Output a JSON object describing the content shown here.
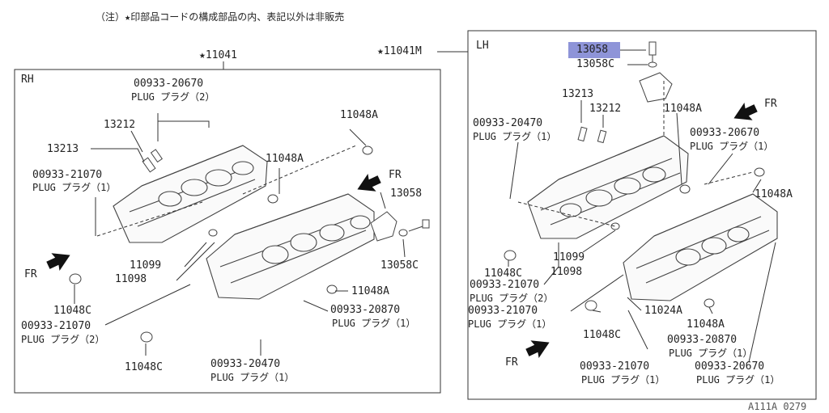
{
  "note": "（注）★印部品コードの構成部品の内、表記以外は非販売",
  "figure_id": "A111A 0279",
  "colors": {
    "highlight": "#8e94d8",
    "line": "#333333"
  },
  "rh": {
    "assembly": "★11041",
    "side": "RH",
    "fr1": "FR",
    "fr2": "FR",
    "parts": {
      "p00933_20670": "00933-20670",
      "plug_20670": "PLUG プラグ（2）",
      "p13212": "13212",
      "p13213": "13213",
      "p00933_21070a": "00933-21070",
      "plug_21070a": "PLUG プラグ（1）",
      "p11048A_top": "11048A",
      "p11048A_mid": "11048A",
      "p13058": "13058",
      "p13058C": "13058C",
      "p11099": "11099",
      "p11098": "11098",
      "p11048C_a": "11048C",
      "p00933_21070b": "00933-21070",
      "plug_21070b": "PLUG プラグ（2）",
      "p11048A_low": "11048A",
      "p00933_20870": "00933-20870",
      "plug_20870": "PLUG プラグ（1）",
      "p11048C_b": "11048C",
      "p00933_20470": "00933-20470",
      "plug_20470": "PLUG プラグ（1）"
    }
  },
  "lh": {
    "assembly": "★11041M",
    "side": "LH",
    "fr1": "FR",
    "fr2": "FR",
    "parts": {
      "p13058": "13058",
      "p13058C": "13058C",
      "p13213": "13213",
      "p13212": "13212",
      "p11048A_top": "11048A",
      "p00933_20470": "00933-20470",
      "plug_20470": "PLUG プラグ（1）",
      "p00933_20670a": "00933-20670",
      "plug_20670a": "PLUG プラグ（1）",
      "p11048A_right": "11048A",
      "p11048C_a": "11048C",
      "p11099": "11099",
      "p11098": "11098",
      "p00933_21070a": "00933-21070",
      "plug_21070a": "PLUG プラグ（2）",
      "p00933_21070b": "00933-21070",
      "plug_21070b": "PLUG プラグ（1）",
      "p11024A": "11024A",
      "p11048C_b": "11048C",
      "p11048A_low": "11048A",
      "p00933_20870": "00933-20870",
      "plug_20870": "PLUG プラグ（1）",
      "p00933_21070c": "00933-21070",
      "plug_21070c": "PLUG プラグ（1）",
      "p00933_20670b": "00933-20670",
      "plug_20670b": "PLUG プラグ（1）"
    }
  }
}
